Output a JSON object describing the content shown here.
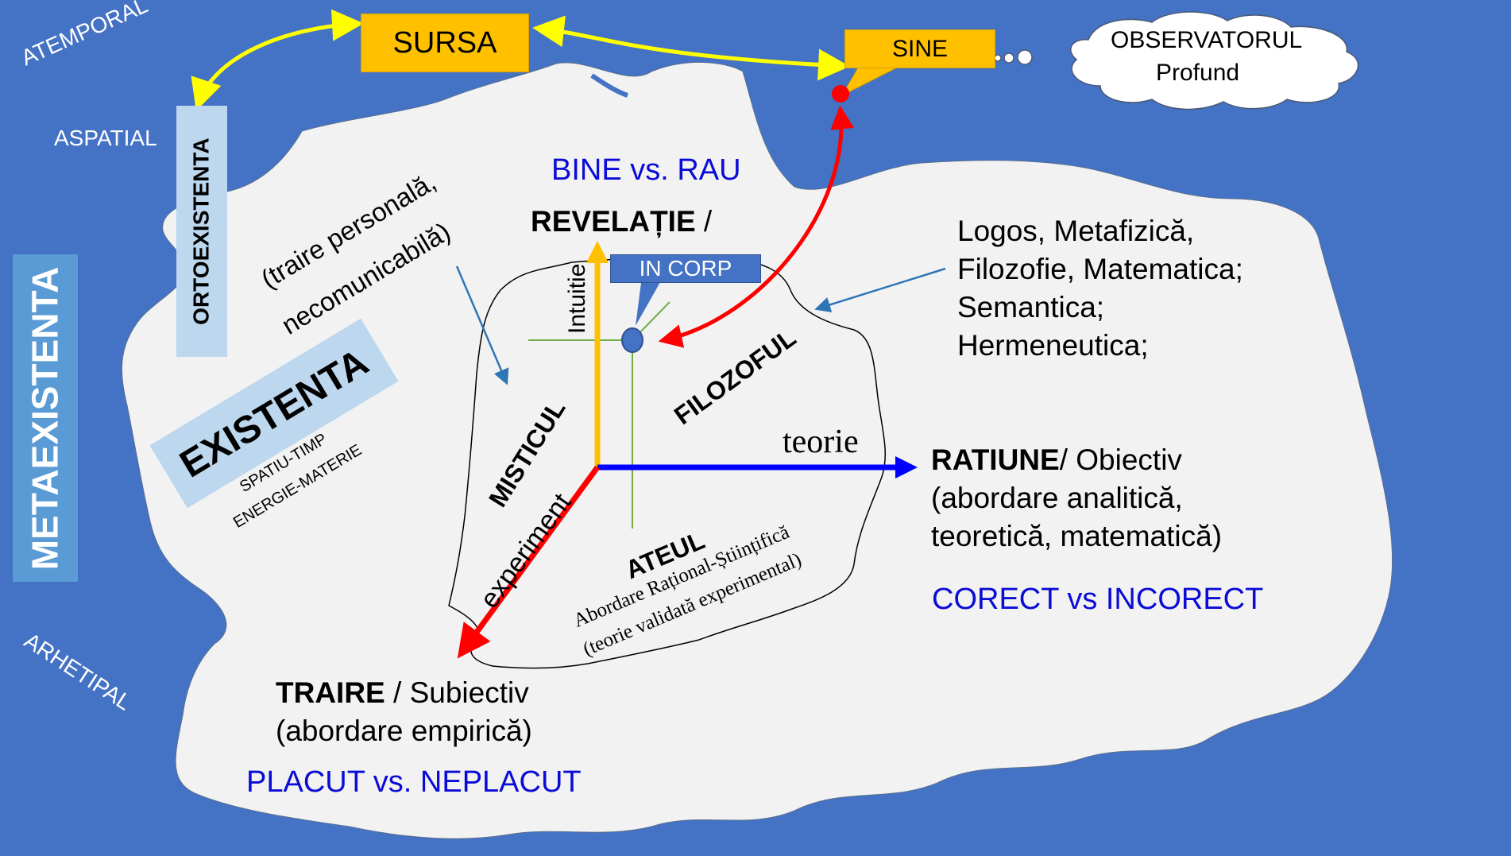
{
  "outer": {
    "atemporal": "ATEMPORAL",
    "aspatial": "ASPATIAL",
    "arhetipal": "ARHETIPAL",
    "metaexistenta": "METAEXISTENTA"
  },
  "top": {
    "sursa": "SURSA",
    "sine": "SINE",
    "observator_line1": "OBSERVATORUL",
    "observator_line2": "Profund"
  },
  "ortoexistenta": "ORTOEXISTENTA",
  "existenta": {
    "title": "EXISTENTA",
    "line1": "SPATIU-TIMP",
    "line2": "ENERGIE-MATERIE"
  },
  "traire_personala": {
    "line1": "(traire personală,",
    "line2": "necomunicabilă)"
  },
  "bine_rau": "BINE vs. RAU",
  "revelatie": {
    "bold": "REVELAȚIE",
    "rest": " /"
  },
  "intuitie": "Intuitie",
  "in_corp": "IN CORP",
  "filozoful": "FILOZOFUL",
  "misticul": "MISTICUL",
  "experiment": "experiment",
  "teorie": "teorie",
  "ateul": {
    "title": "ATEUL",
    "line1": "Abordare Rațional-Științifică",
    "line2": "(teorie validată experimental)"
  },
  "logos": {
    "line1": "Logos, Metafizică,",
    "line2": "Filozofie, Matematica;",
    "line3": "Semantica;",
    "line4": "Hermeneutica;"
  },
  "ratiune": {
    "bold": "RATIUNE",
    "rest": "/ Obiectiv",
    "line2": "(abordare analitică,",
    "line3": "teoretică, matematică)"
  },
  "corect": "CORECT vs INCORECT",
  "traire": {
    "bold": "TRAIRE",
    "rest": " / Subiectiv",
    "line2": "(abordare empirică)"
  },
  "placut": "PLACUT vs. NEPLACUT",
  "colors": {
    "background": "#4472C4",
    "island": "#F2F2F2",
    "orange_box": "#FFC000",
    "light_box": "#BDD7EE",
    "yellow_arrow": "#FFFF00",
    "red": "#FF0000",
    "axis_blue": "#0000FF",
    "axis_orange": "#FFC000",
    "text_blue": "#0B0BD6"
  }
}
